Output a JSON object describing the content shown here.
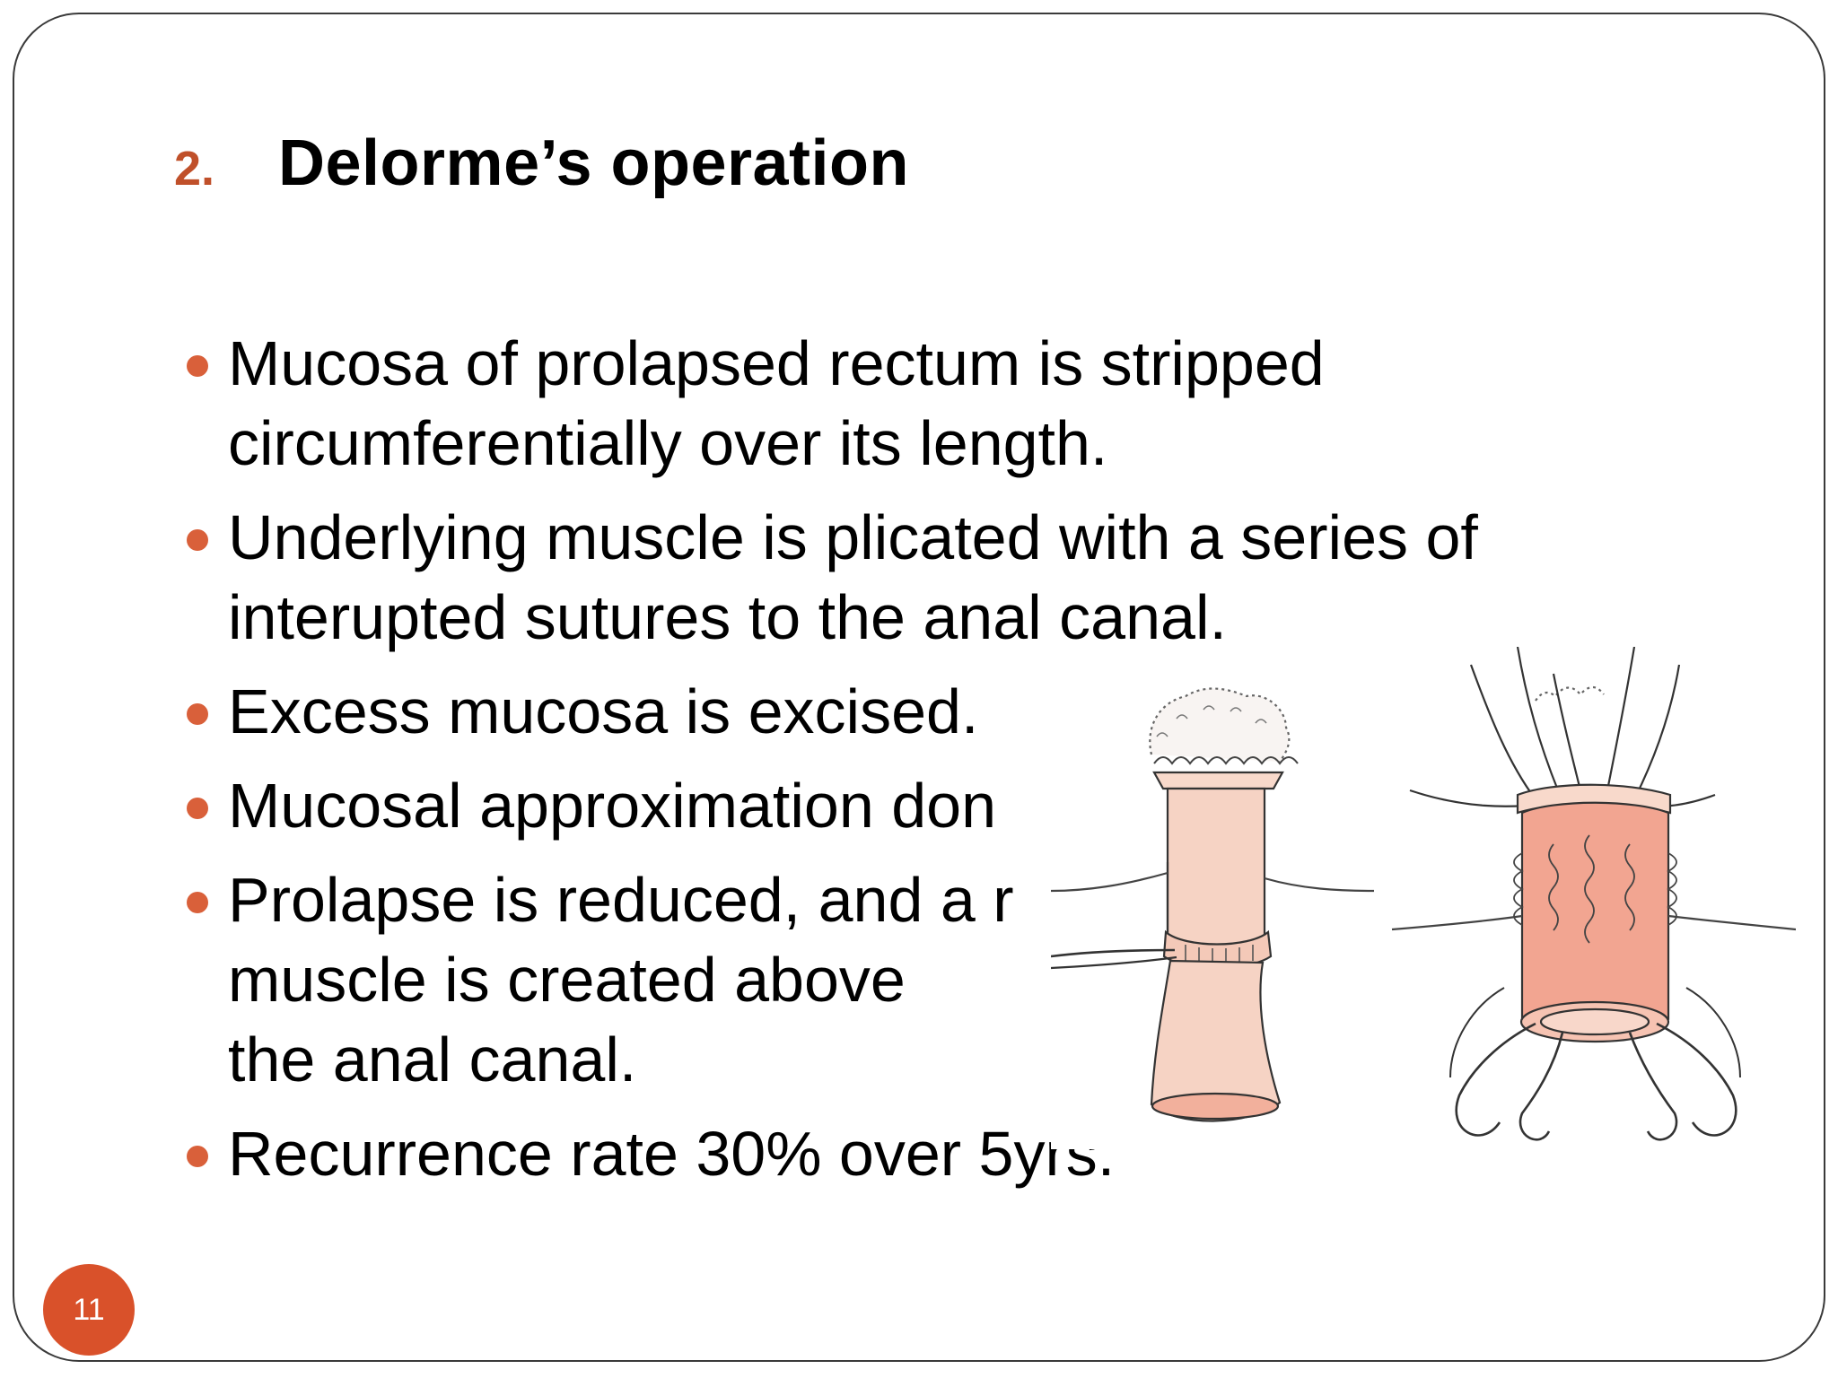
{
  "slide": {
    "title_number": "2.",
    "title": "Delorme’s operation",
    "page_number": "11"
  },
  "bullets": [
    {
      "lines": [
        "Mucosa of prolapsed rectum is stripped",
        "circumferentially over its length."
      ]
    },
    {
      "lines": [
        "Underlying muscle is plicated with a series of",
        "interupted sutures to the anal canal."
      ]
    },
    {
      "lines": [
        "Excess mucosa is excised."
      ]
    },
    {
      "lines": [
        "Mucosal approximation don"
      ]
    },
    {
      "lines": [
        "Prolapse is reduced, and a r",
        "muscle is created above",
        "the anal canal."
      ]
    },
    {
      "lines": [
        "Recurrence rate 30% over 5yrs."
      ]
    }
  ],
  "colors": {
    "accent": "#d9603a",
    "badge": "#d9512a",
    "tissue_pale": "#f6d3c4",
    "tissue_muscle": "#f2a591"
  },
  "icons": {
    "bullet": "filled-circle-bullet",
    "illustration": "delorme-procedure-illustration"
  }
}
